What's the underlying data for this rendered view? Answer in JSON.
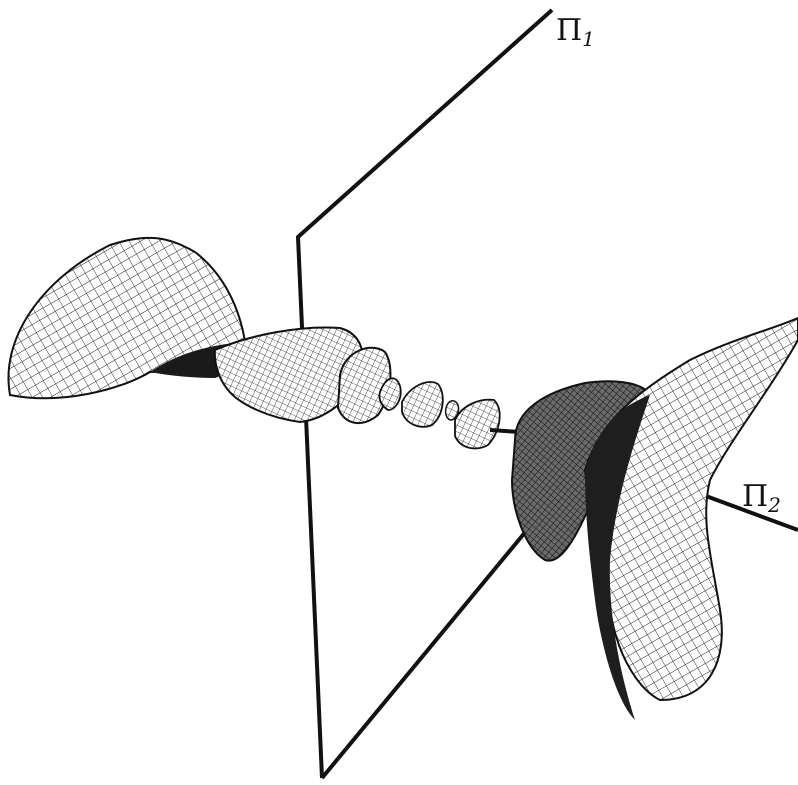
{
  "figure": {
    "labels": {
      "pi1": {
        "symbol": "Π",
        "subscript": "1"
      },
      "pi2": {
        "symbol": "Π",
        "subscript": "2"
      }
    }
  },
  "colors": {
    "ink": "#111111",
    "paper": "#ffffff",
    "mesh": "#222222"
  }
}
